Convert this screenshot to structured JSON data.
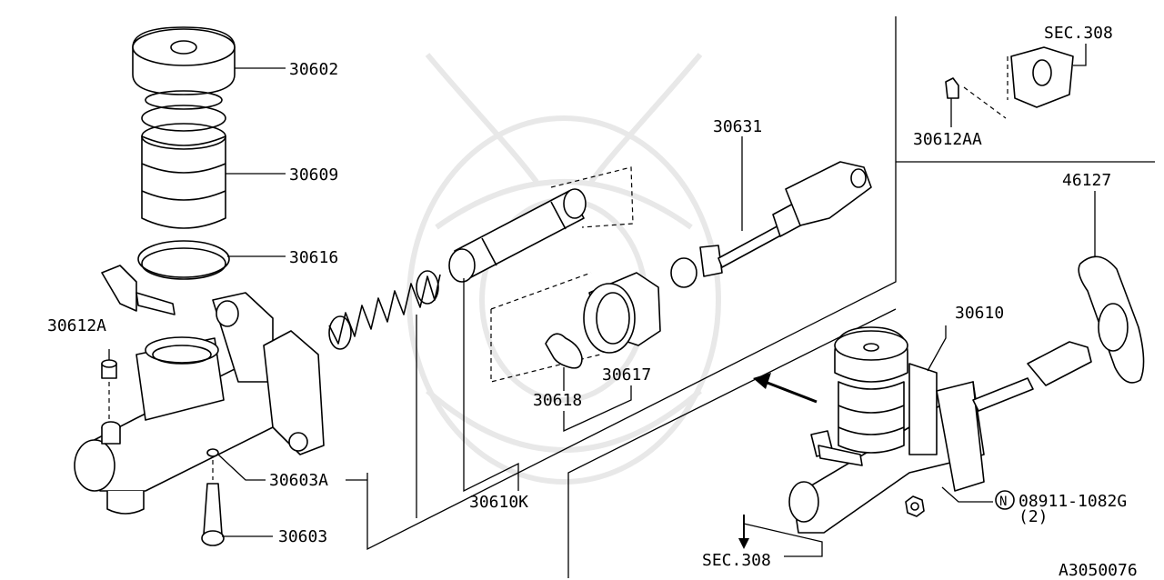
{
  "diagram_id": "A3050076",
  "labels": {
    "p30602": "30602",
    "p30609": "30609",
    "p30616": "30616",
    "p30612A": "30612A",
    "p30603A": "30603A",
    "p30603": "30603",
    "p30610K": "30610K",
    "p30618": "30618",
    "p30617": "30617",
    "p30631": "30631",
    "p30610": "30610",
    "p30612AA": "30612AA",
    "p46127": "46127",
    "sec308_top": "SEC.308",
    "sec308_bottom": "SEC.308",
    "nut_symbol": "N",
    "nut_part": "08911-1082G",
    "nut_qty": "(2)"
  }
}
